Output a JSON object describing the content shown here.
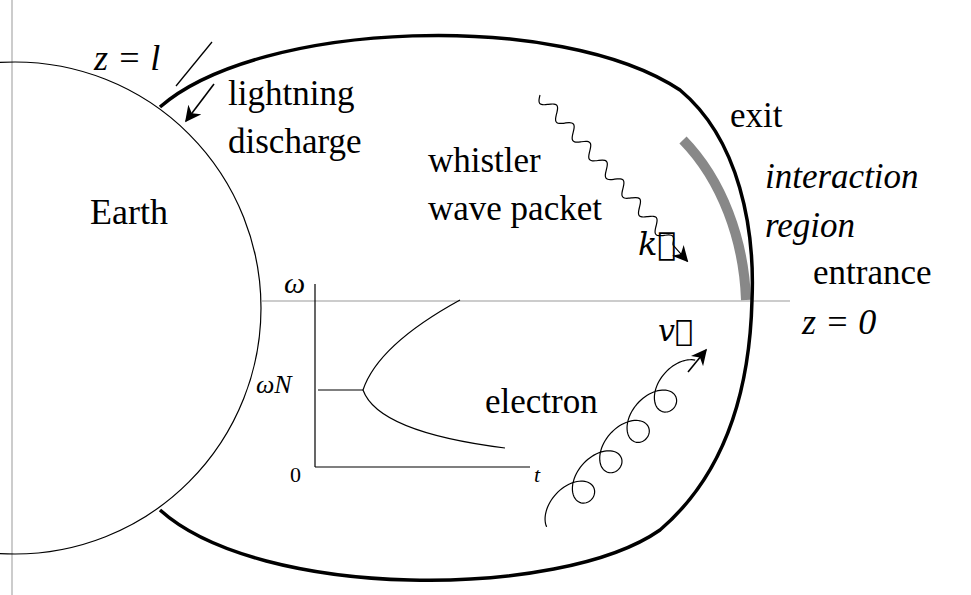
{
  "diagram": {
    "nodes": [
      {
        "text": [
          "Earth"
        ]
      }
    ],
    "labels": [
      "z = l",
      "lightning discharge",
      "whistler wave packet",
      "k⃗",
      "exit",
      "interaction region",
      "entrance",
      "z = 0",
      "v⃗",
      "electron",
      "ω",
      "ωN",
      "0",
      "t"
    ]
  }
}
